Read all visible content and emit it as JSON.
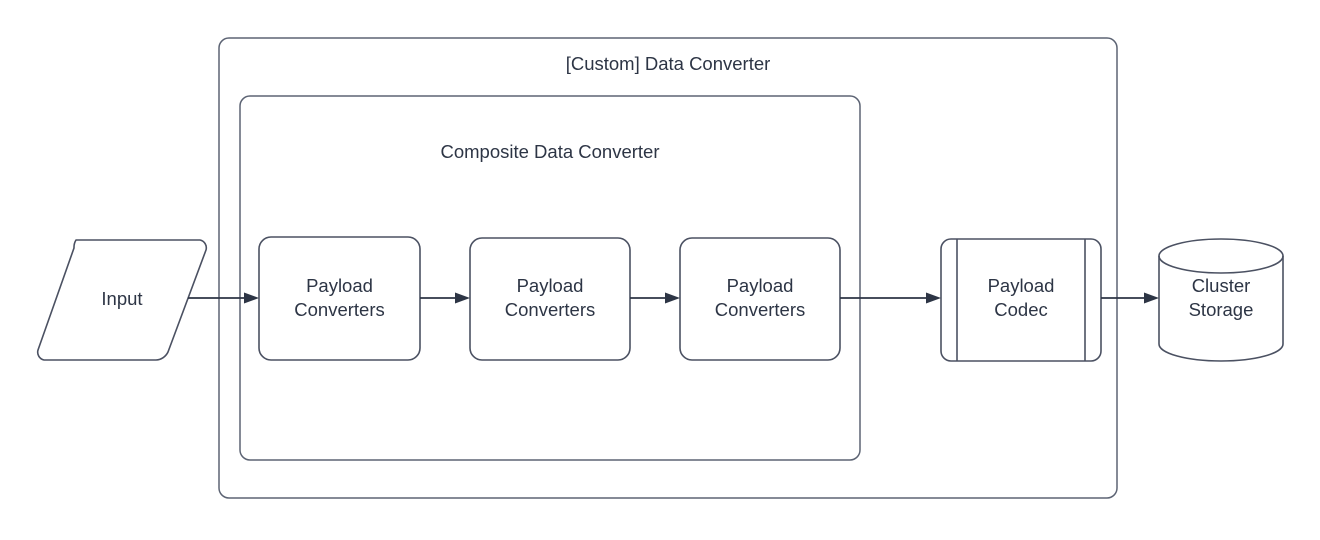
{
  "diagram": {
    "title": "[Custom] Data Converter",
    "background_color": "#ffffff",
    "stroke_color": "#4b5162",
    "text_color": "#2d3545",
    "containers": [
      {
        "id": "custom-data-converter",
        "label": "[Custom] Data Converter",
        "shape": "rounded-rectangle"
      },
      {
        "id": "composite-data-converter",
        "label": "Composite Data Converter",
        "shape": "rounded-rectangle"
      }
    ],
    "nodes": [
      {
        "id": "input",
        "label": "Input",
        "shape": "parallelogram"
      },
      {
        "id": "payload-converters-1",
        "label": "Payload\nConverters",
        "shape": "rounded-rectangle"
      },
      {
        "id": "payload-converters-2",
        "label": "Payload\nConverters",
        "shape": "rounded-rectangle"
      },
      {
        "id": "payload-converters-3",
        "label": "Payload\nConverters",
        "shape": "rounded-rectangle"
      },
      {
        "id": "payload-codec",
        "label": "Payload\nCodec",
        "shape": "process"
      },
      {
        "id": "cluster-storage",
        "label": "Cluster\nStorage",
        "shape": "cylinder"
      }
    ],
    "connectors": [
      {
        "id": "input-to-pc1",
        "from": "input",
        "to": "payload-converters-1",
        "arrow": "single"
      },
      {
        "id": "pc1-to-pc2",
        "from": "payload-converters-1",
        "to": "payload-converters-2",
        "arrow": "single"
      },
      {
        "id": "pc2-to-pc3",
        "from": "payload-converters-2",
        "to": "payload-converters-3",
        "arrow": "single"
      },
      {
        "id": "pc3-to-codec",
        "from": "payload-converters-3",
        "to": "payload-codec",
        "arrow": "single"
      },
      {
        "id": "codec-to-storage",
        "from": "payload-codec",
        "to": "cluster-storage",
        "arrow": "single"
      }
    ]
  }
}
